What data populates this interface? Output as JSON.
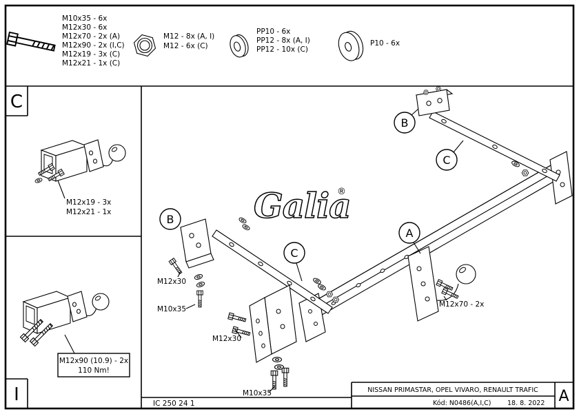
{
  "legend": {
    "bolts": {
      "icon": "bolt-side-icon",
      "lines": [
        "M10x35 - 6x",
        "M12x30 - 6x",
        "M12x70 - 2x (A)",
        "M12x90 - 2x (I,C)",
        "M12x19 - 3x (C)",
        "M12x21 - 1x (C)"
      ]
    },
    "nuts": {
      "icon": "hex-nut-icon",
      "lines": [
        "M12 - 8x (A, I)",
        "M12 - 6x (C)"
      ]
    },
    "washers": {
      "icon": "spring-washer-icon",
      "lines": [
        "PP10 - 6x",
        "PP12 - 8x (A, I)",
        "PP12 - 10x (C)"
      ]
    },
    "big_washer": {
      "icon": "flat-washer-icon",
      "lines": [
        "P10 - 6x"
      ]
    }
  },
  "sections": {
    "top_left_letter": "C",
    "bottom_left_letter": "I",
    "revision_letter": "A"
  },
  "panel_c": {
    "labels": [
      "M12x19 - 3x",
      "M12x21 - 1x"
    ]
  },
  "panel_i": {
    "torque_label_line1": "M12x90 (10.9) - 2x",
    "torque_label_line2": "110 Nm!"
  },
  "callouts": {
    "bracket_top": "B",
    "arm_right": "C",
    "bracket_left": "B",
    "arm_left": "C",
    "ballmount": "A"
  },
  "part_labels": {
    "left_bolt": "M12x30",
    "left_bolt2": "M10x35",
    "ballmount_bolts": "M12x70 - 2x",
    "bottom_bolt": "M12x30",
    "bottom_bolt2": "M10x35"
  },
  "logo": {
    "text": "Galia",
    "registered": "®"
  },
  "title_block": {
    "drawing_number": "IC 250 24 1",
    "vehicles": "NISSAN PRIMASTAR, OPEL VIVARO, RENAULT TRAFIC",
    "code": "Kód: N0486(A,I,C)",
    "date": "18. 8. 2022"
  }
}
